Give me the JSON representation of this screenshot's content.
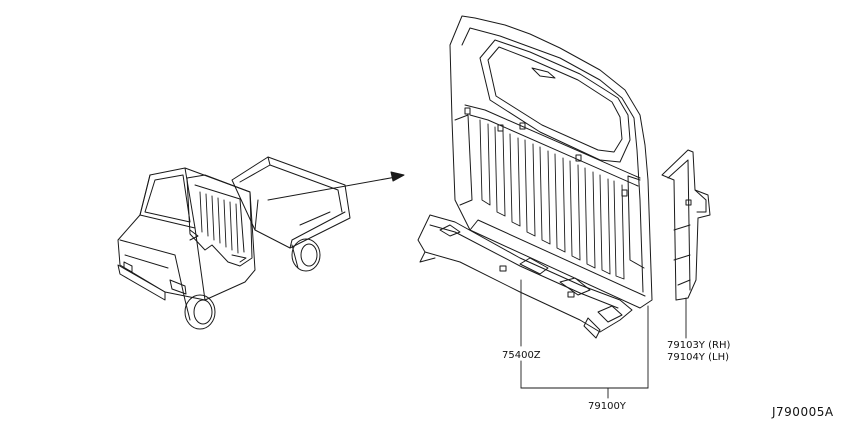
{
  "labels": {
    "part_75400z": "75400Z",
    "part_79103y": "79103Y (RH)",
    "part_79104y": "79104Y (LH)",
    "part_79100y": "79100Y"
  },
  "diagram_code": "J790005A"
}
